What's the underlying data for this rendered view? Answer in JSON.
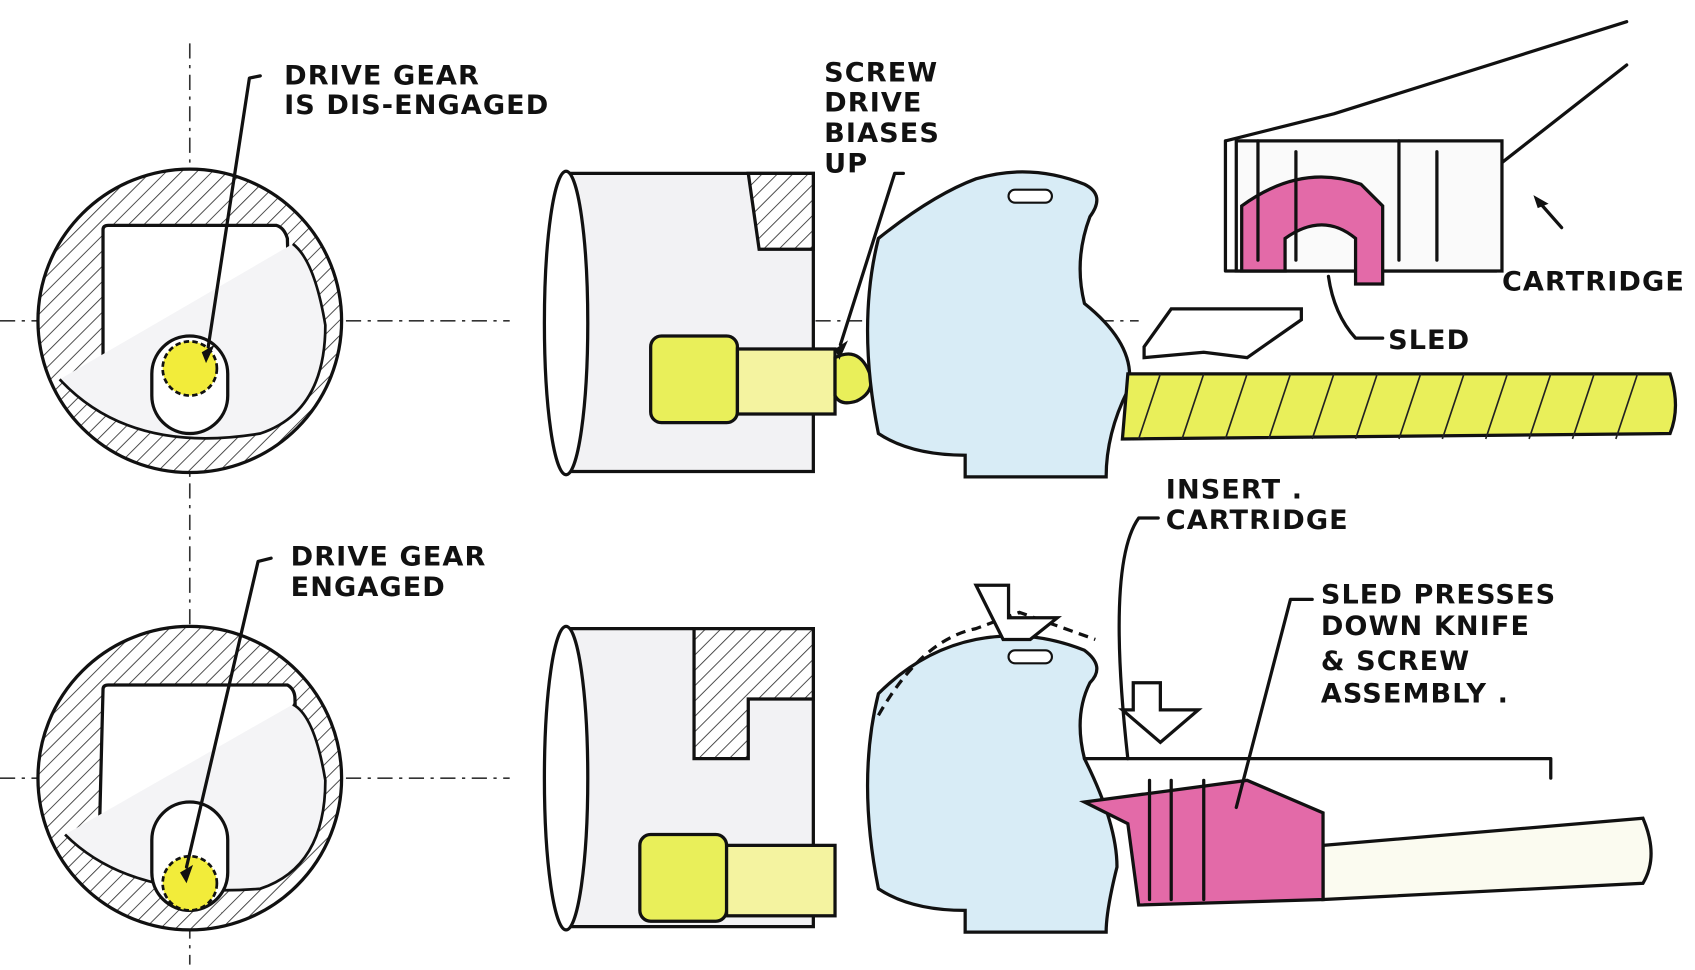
{
  "labels": {
    "top_left": [
      "DRIVE GEAR",
      "IS DIS-ENGAGED"
    ],
    "screw_drive": [
      "SCREW",
      "DRIVE",
      "BIASES",
      "UP"
    ],
    "cartridge": "CARTRIDGE",
    "sled": "SLED",
    "insert_cartridge": [
      "INSERT .",
      "CARTRIDGE"
    ],
    "bottom_left": [
      "DRIVE GEAR",
      "ENGAGED"
    ],
    "sled_presses": [
      "SLED PRESSES",
      "DOWN KNIFE",
      "& SCREW",
      "ASSEMBLY ."
    ]
  },
  "colors": {
    "gear_yellow": "#f2ec3a",
    "screw_yellow": "#e9ef5a",
    "housing_blue": "#d8ecf6",
    "sled_pink": "#e36aa8",
    "ink": "#111111"
  }
}
